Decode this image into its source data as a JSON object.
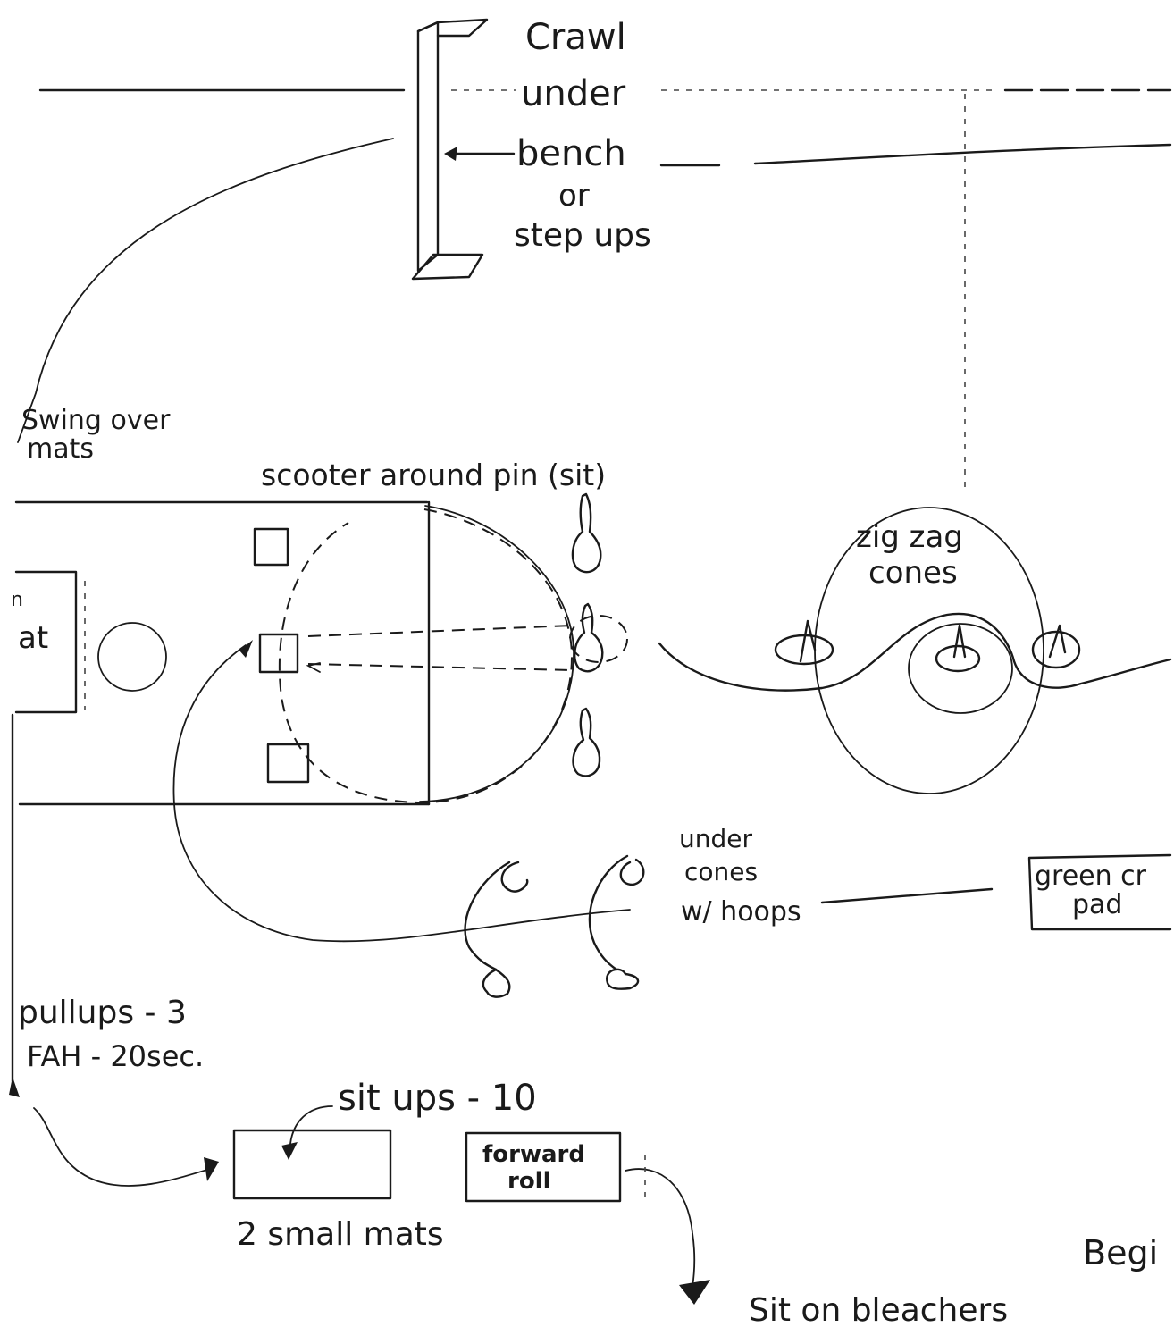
{
  "labels": {
    "crawl": "Crawl",
    "under": "under",
    "bench": "bench",
    "or": "or",
    "step_ups": "step ups",
    "swing_over": "Swing over",
    "mats": "mats",
    "scooter": "scooter around pin (sit)",
    "zig_zag": "zig zag",
    "cones": "cones",
    "mat_fragment": "at",
    "mat_fragment_top": "n",
    "under_cones_1": "under",
    "under_cones_2": "cones",
    "under_cones_3": "w/ hoops",
    "green_1": "green cr",
    "green_2": "pad",
    "pullups": "pullups - 3",
    "fah": "FAH   - 20sec.",
    "sit_ups": "sit ups - 10",
    "forward_1": "forward",
    "forward_2": "roll",
    "small_mats": "2 small mats",
    "begin": "Begi",
    "bleachers": "Sit on bleachers"
  }
}
